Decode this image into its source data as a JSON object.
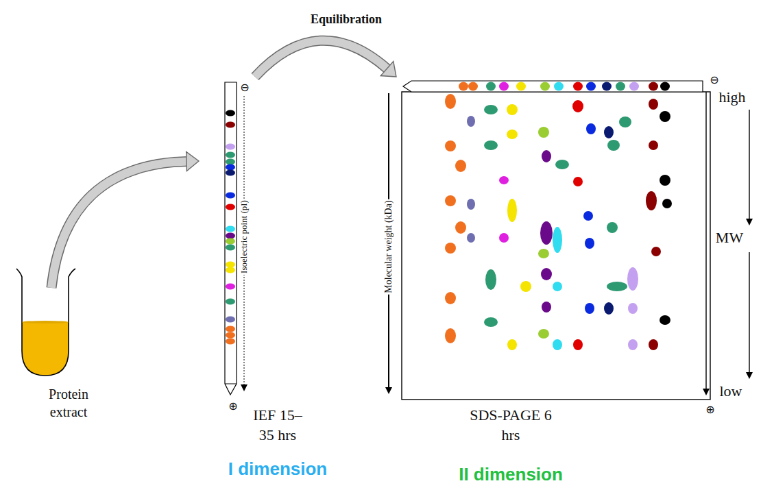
{
  "diagram": {
    "nodes": [
      {
        "text": [
          "Protein extract"
        ]
      },
      {
        "text": [
          "IEF 15–35 hrs",
          "I dimension"
        ]
      },
      {
        "text": [
          "SDS-PAGE 6 hrs",
          "II dimension"
        ]
      }
    ],
    "edges": [
      {
        "from": 0,
        "to": 1,
        "arrow": "to"
      },
      {
        "from": 1,
        "to": 2,
        "label": "Equilibration",
        "arrow": "to"
      }
    ],
    "labels": [
      "⊖",
      "⊕",
      "Isoelectric point (pI)",
      "⊖",
      "⊕",
      "Molecular weight (kDa)",
      "high",
      "MW",
      "low"
    ]
  }
}
